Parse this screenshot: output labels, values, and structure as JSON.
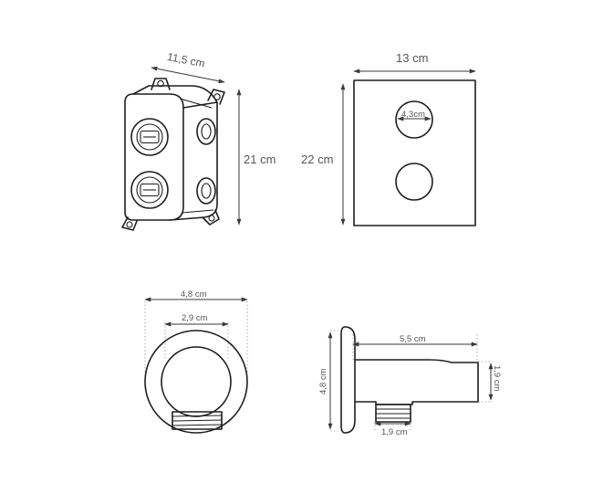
{
  "box": {
    "width": "11,5 cm",
    "height": "21 cm"
  },
  "plate": {
    "width": "13 cm",
    "height": "22 cm",
    "hole": "4,3cm"
  },
  "outlet_front": {
    "outer": "4,8 cm",
    "inner": "2,9 cm"
  },
  "outlet_side": {
    "length": "5,5 cm",
    "height": "4,8 cm",
    "pipe": "1,9 cm",
    "thread": "1,9 cm"
  }
}
